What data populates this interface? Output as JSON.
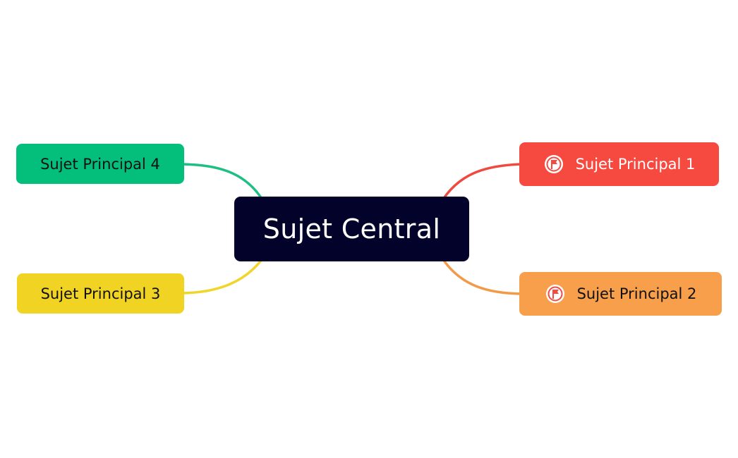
{
  "central": {
    "label": "Sujet Central",
    "color": "#02022a"
  },
  "topics": [
    {
      "label": "Sujet Principal 1",
      "color": "#f64a40",
      "line_color": "#ef4a3f",
      "icon": "flag-icon"
    },
    {
      "label": "Sujet Principal 2",
      "color": "#f79f4b",
      "line_color": "#f29a48",
      "icon": "flag-icon"
    },
    {
      "label": "Sujet Principal 3",
      "color": "#f1d423",
      "line_color": "#f0d52a",
      "icon": ""
    },
    {
      "label": "Sujet Principal 4",
      "color": "#04bf7b",
      "line_color": "#1dbf82",
      "icon": ""
    }
  ]
}
